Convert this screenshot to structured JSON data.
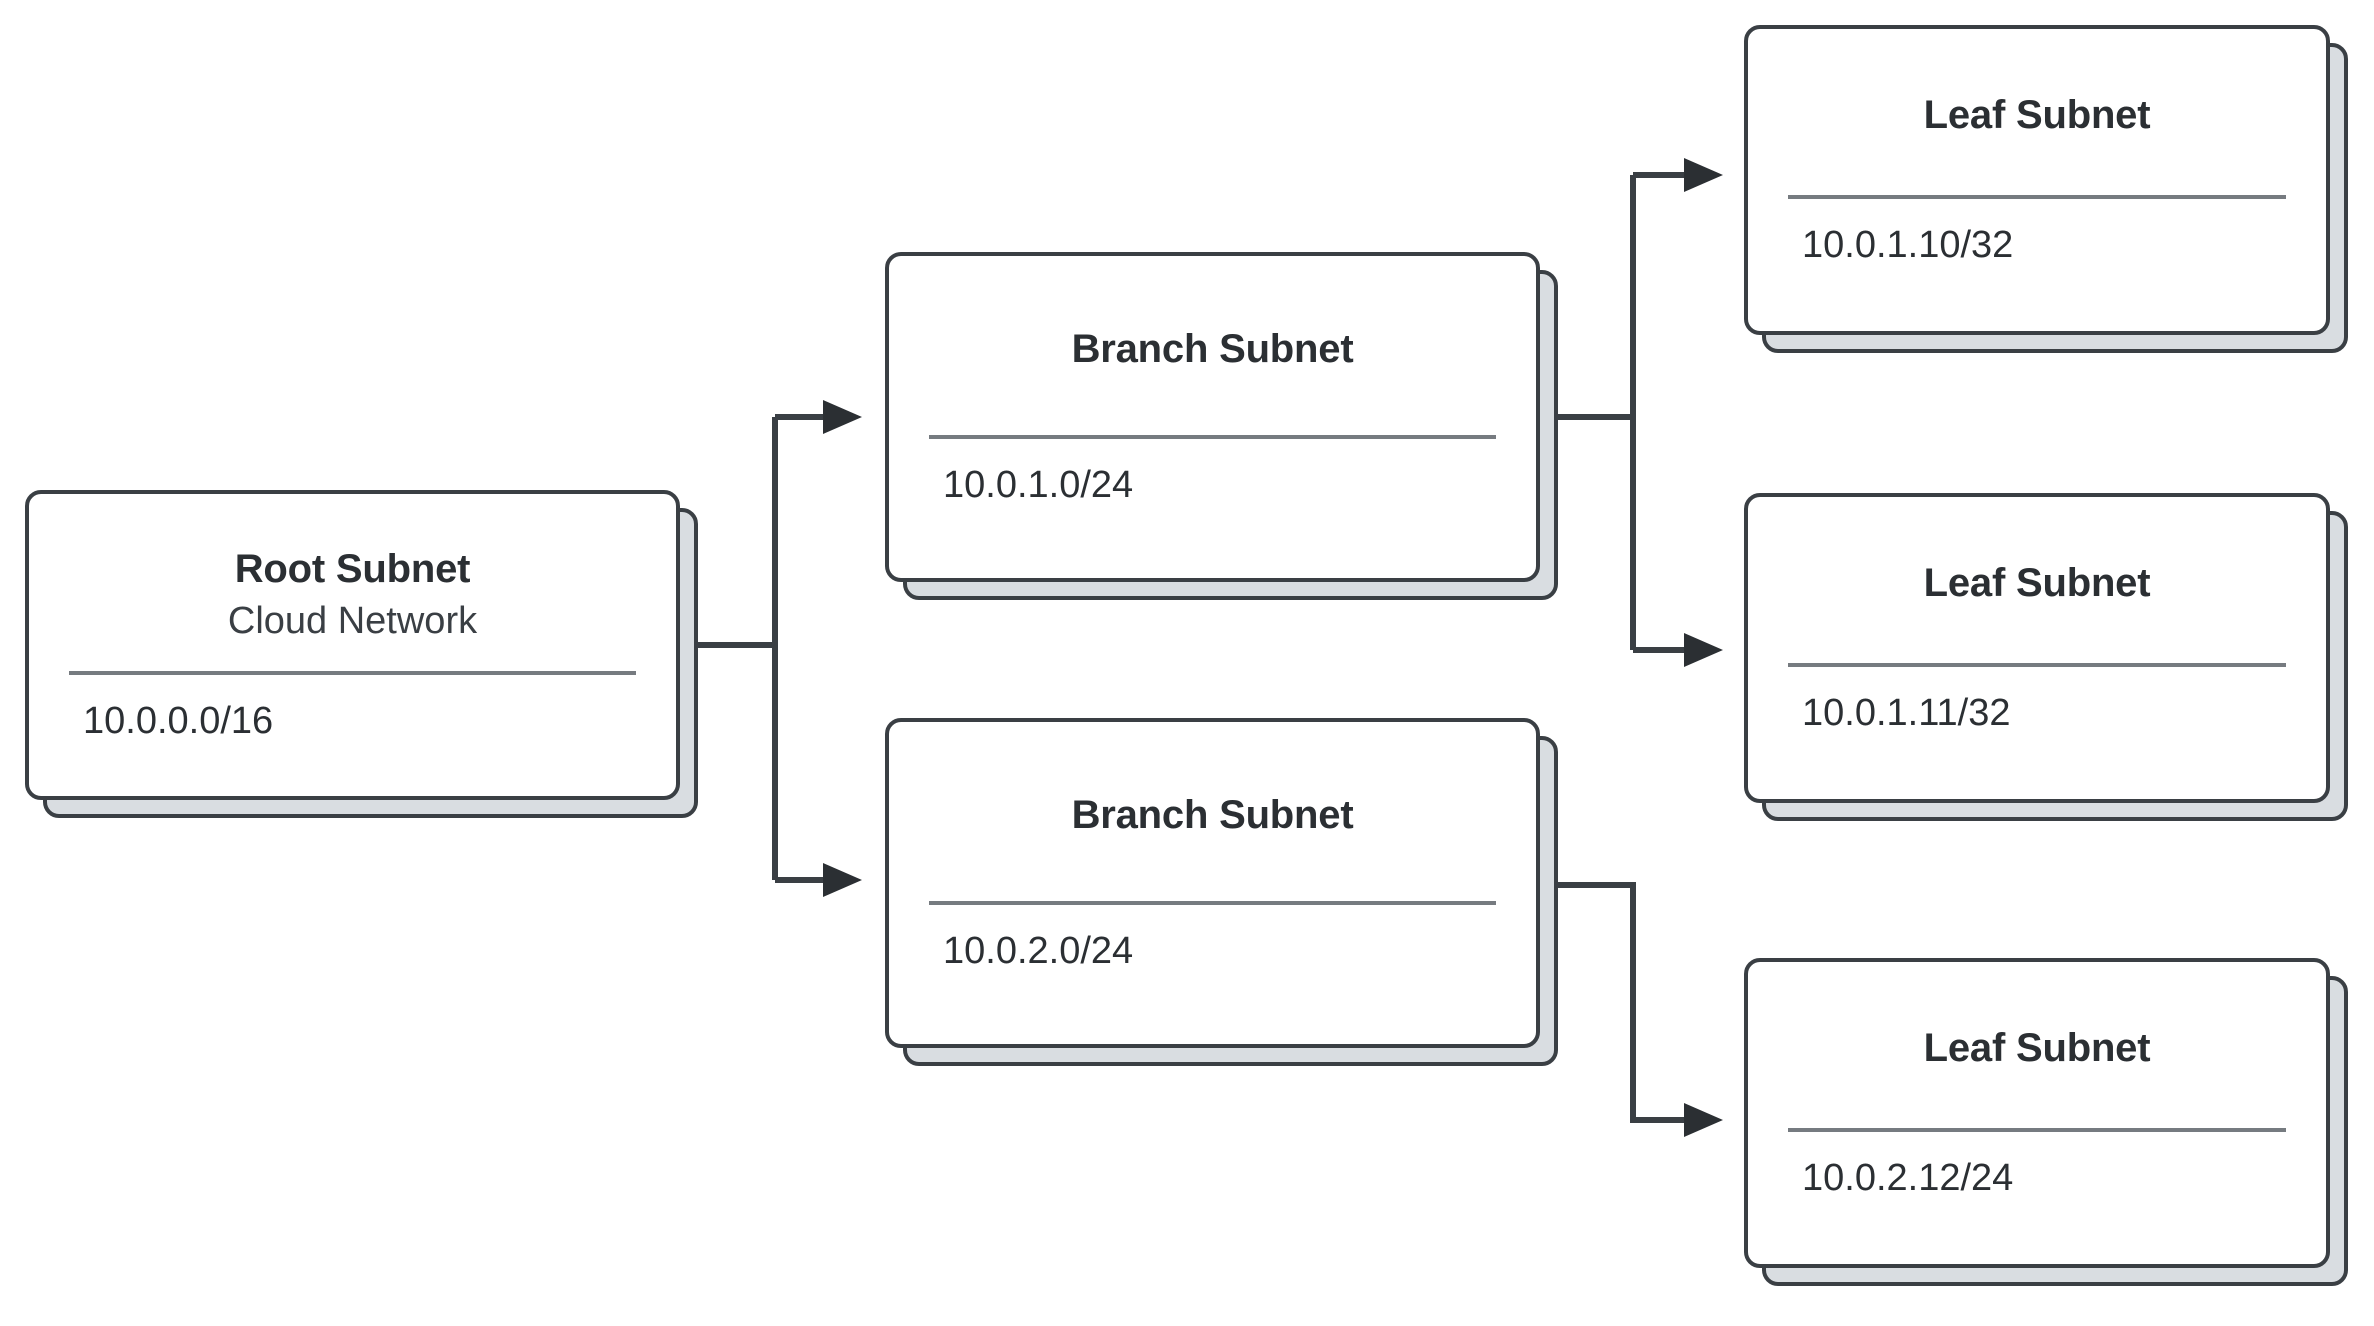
{
  "diagram": {
    "title": "Subnet hierarchy diagram",
    "background_color": "#ffffff",
    "card_border_color": "#3a3f44",
    "card_shadow_color": "#d9dde1",
    "divider_color": "#767b80",
    "connector_color": "#3a3f44",
    "title_text_color": "#2b2f33"
  },
  "nodes": {
    "root": {
      "title": "Root Subnet",
      "subtitle": "Cloud Network",
      "cidr": "10.0.0.0/16"
    },
    "branch_1": {
      "title": "Branch Subnet",
      "subtitle": "",
      "cidr": "10.0.1.0/24"
    },
    "branch_2": {
      "title": "Branch Subnet",
      "subtitle": "",
      "cidr": "10.0.2.0/24"
    },
    "leaf_1": {
      "title": "Leaf Subnet",
      "subtitle": "",
      "cidr": "10.0.1.10/32"
    },
    "leaf_2": {
      "title": "Leaf Subnet",
      "subtitle": "",
      "cidr": "10.0.1.11/32"
    },
    "leaf_3": {
      "title": "Leaf Subnet",
      "subtitle": "",
      "cidr": "10.0.2.12/24"
    }
  },
  "edges": [
    {
      "from": "root",
      "to": "branch_1",
      "arrow": "triangle-right"
    },
    {
      "from": "root",
      "to": "branch_2",
      "arrow": "triangle-right"
    },
    {
      "from": "branch_1",
      "to": "leaf_1",
      "arrow": "triangle-right"
    },
    {
      "from": "branch_1",
      "to": "leaf_2",
      "arrow": "triangle-right"
    },
    {
      "from": "branch_2",
      "to": "leaf_3",
      "arrow": "triangle-right"
    }
  ]
}
